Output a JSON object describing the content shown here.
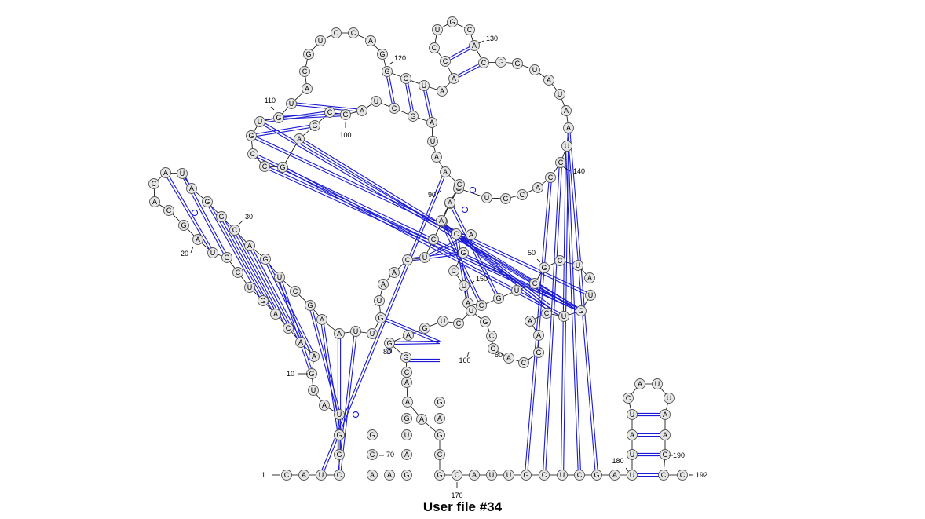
{
  "title": "User file #34",
  "colors": {
    "base_pair": "#1a1ad6",
    "backbone": "#000000",
    "nucleotide_fill": "#e6e6e6"
  },
  "position_labels": [
    "1",
    "10",
    "20",
    "30",
    "50",
    "60",
    "70",
    "80",
    "90",
    "100",
    "110",
    "120",
    "130",
    "140",
    "150",
    "160",
    "170",
    "180",
    "190",
    "192"
  ],
  "nucleotides": [
    "C",
    "A",
    "U",
    "C",
    "G",
    "G",
    "U",
    "A",
    "U",
    "G",
    "A",
    "A",
    "C",
    "A",
    "G",
    "U",
    "C",
    "G",
    "U",
    "A",
    "G",
    "C",
    "A",
    "C",
    "A",
    "U",
    "A",
    "G",
    "G",
    "C",
    "A",
    "G",
    "U",
    "C",
    "G",
    "A",
    "A",
    "U",
    "U",
    "G",
    "U",
    "A",
    "A",
    "C",
    "U",
    "C",
    "A",
    "U",
    "G",
    "U",
    "G",
    "C",
    "A",
    "C",
    "C",
    "U",
    "A",
    "A",
    "U",
    "A",
    "U",
    "G",
    "G",
    "C",
    "A",
    "C",
    "G",
    "U",
    "C",
    "C",
    "A",
    "A",
    "U",
    "C",
    "G",
    "G",
    "A",
    "C",
    "C",
    "U",
    "G",
    "C",
    "A",
    "U",
    "G",
    "U",
    "G",
    "C",
    "C",
    "G",
    "A",
    "G",
    "C",
    "G",
    "A",
    "U",
    "C",
    "G",
    "A",
    "U",
    "A",
    "A",
    "C",
    "A",
    "A",
    "C",
    "A",
    "G",
    "C",
    "U",
    "A",
    "C",
    "G",
    "U",
    "C",
    "G",
    "C",
    "U",
    "A",
    "U",
    "G",
    "U",
    "C",
    "A",
    "A",
    "G",
    "C",
    "A",
    "G",
    "C",
    "G",
    "U",
    "C",
    "U",
    "G",
    "A",
    "G",
    "G",
    "C",
    "A",
    "A",
    "A",
    "G",
    "C",
    "G",
    "C",
    "A",
    "U",
    "U",
    "G",
    "C",
    "U",
    "C",
    "G",
    "A",
    "U",
    "U",
    "A",
    "U",
    "C",
    "A",
    "U",
    "U",
    "A",
    "A",
    "G",
    "C",
    "C",
    "G",
    "G",
    "C",
    "A",
    "A",
    "G",
    "A",
    "U",
    "G",
    "A",
    "G"
  ]
}
